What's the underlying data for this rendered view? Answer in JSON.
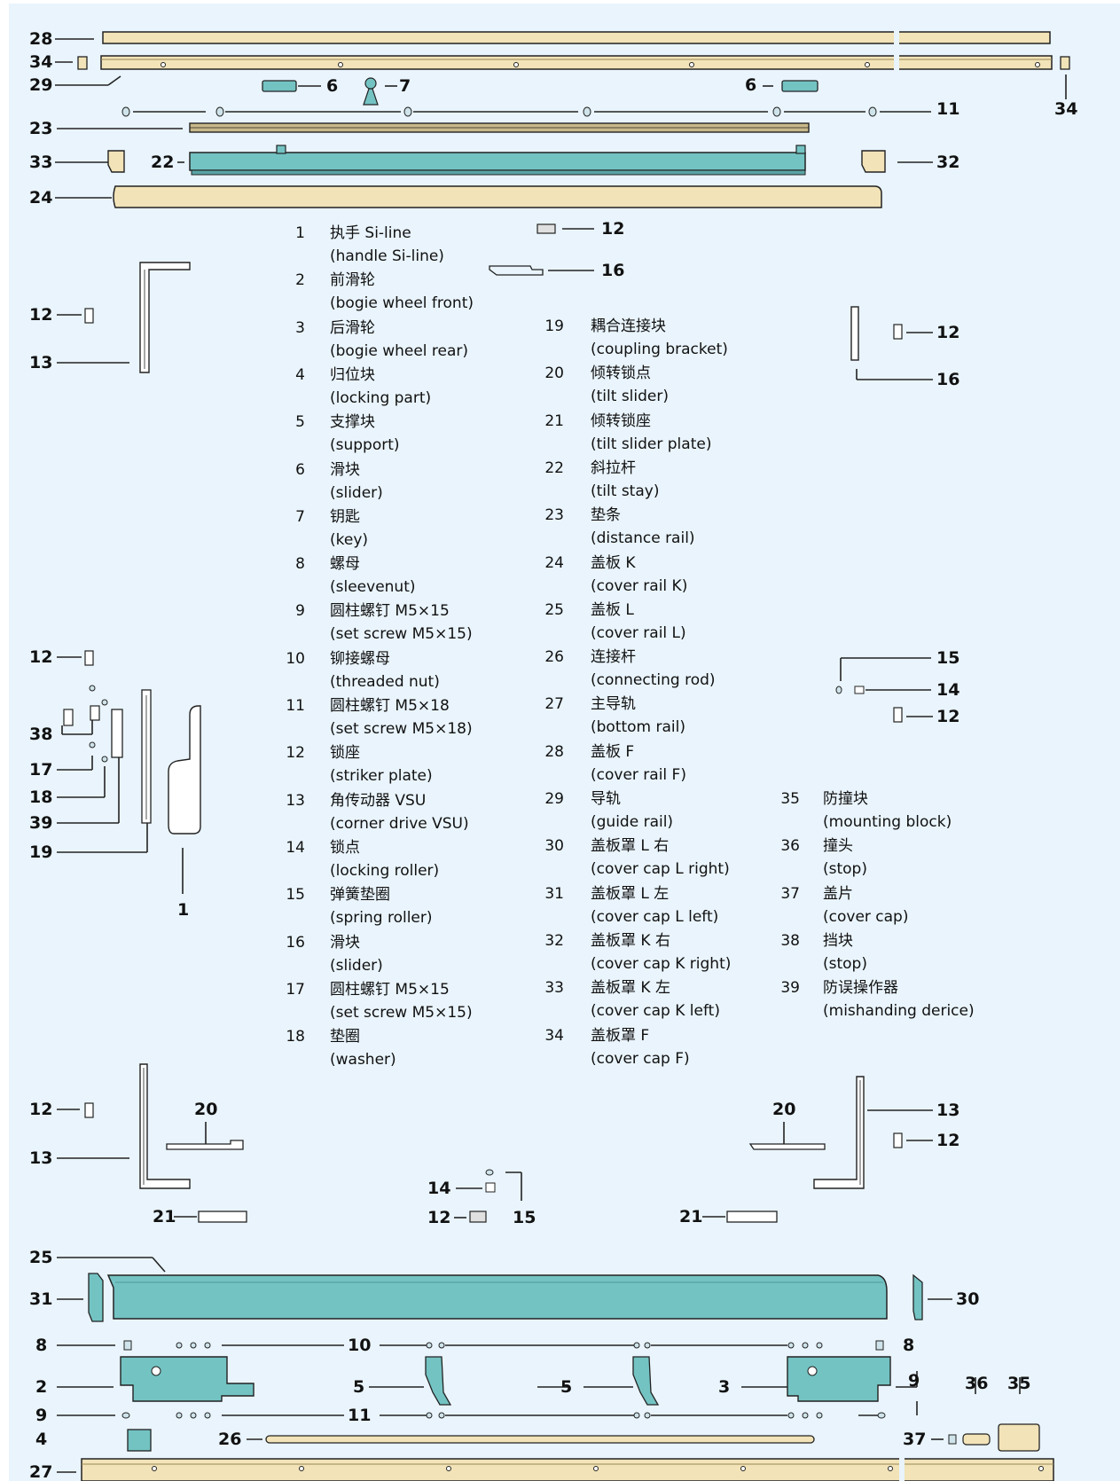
{
  "colors": {
    "background": "#e9f4fc",
    "rail_tan": "#f2e3b8",
    "teal": "#74c3c3",
    "outline": "#222222"
  },
  "callouts": {
    "c28": "28",
    "c34a": "34",
    "c29": "29",
    "c6a": "6",
    "c7": "7",
    "c6b": "6",
    "c34b": "34",
    "c11top": "11",
    "c23": "23",
    "c33": "33",
    "c22": "22",
    "c32": "32",
    "c24": "24",
    "c12top": "12",
    "c16top": "16",
    "c12l1": "12",
    "c13l1": "13",
    "c12r1": "12",
    "c16r1": "16",
    "c15r": "15",
    "c14r": "14",
    "c12r2": "12",
    "c12l2": "12",
    "c38": "38",
    "c17": "17",
    "c18": "18",
    "c39": "39",
    "c19": "19",
    "c1": "1",
    "c12l3": "12",
    "c20l": "20",
    "c13l2": "13",
    "c21l": "21",
    "c14m": "14",
    "c12m": "12",
    "c15m": "15",
    "c20r": "20",
    "c13r": "13",
    "c12r3": "12",
    "c21r": "21",
    "c25": "25",
    "c31": "31",
    "c30": "30",
    "c8l": "8",
    "c10": "10",
    "c8r": "8",
    "c2": "2",
    "c5a": "5",
    "c5b": "5",
    "c3": "3",
    "c9r": "9",
    "c9l": "9",
    "c11b": "11",
    "c36": "36",
    "c35": "35",
    "c4": "4",
    "c26": "26",
    "c37": "37",
    "c27": "27"
  },
  "parts_col1": [
    {
      "num": "1",
      "zh": "执手  Si-line",
      "en": "(handle Si-line)"
    },
    {
      "num": "2",
      "zh": "前滑轮",
      "en": "(bogie wheel front)"
    },
    {
      "num": "3",
      "zh": "后滑轮",
      "en": "(bogie wheel rear)"
    },
    {
      "num": "4",
      "zh": "归位块",
      "en": "(locking part)"
    },
    {
      "num": "5",
      "zh": "支撑块",
      "en": "(support)"
    },
    {
      "num": "6",
      "zh": "滑块",
      "en": "(slider)"
    },
    {
      "num": "7",
      "zh": "钥匙",
      "en": "(key)"
    },
    {
      "num": "8",
      "zh": "螺母",
      "en": "(sleevenut)"
    },
    {
      "num": "9",
      "zh": "圆柱螺钉  M5×15",
      "en": "(set screw M5×15)"
    },
    {
      "num": "10",
      "zh": "铆接螺母",
      "en": "(threaded nut)"
    },
    {
      "num": "11",
      "zh": "圆柱螺钉    M5×18",
      "en": "(set screw M5×18)"
    },
    {
      "num": "12",
      "zh": "锁座",
      "en": "(striker plate)"
    },
    {
      "num": "13",
      "zh": "角传动器  VSU",
      "en": "(corner drive VSU)"
    },
    {
      "num": "14",
      "zh": "锁点",
      "en": "(locking roller)"
    },
    {
      "num": "15",
      "zh": "弹簧垫圈",
      "en": "(spring roller)"
    },
    {
      "num": "16",
      "zh": "滑块",
      "en": "(slider)"
    },
    {
      "num": "17",
      "zh": "圆柱螺钉  M5×15",
      "en": "(set screw M5×15)"
    },
    {
      "num": "18",
      "zh": "垫圈",
      "en": "(washer)"
    }
  ],
  "parts_col2": [
    {
      "num": "19",
      "zh": "耦合连接块",
      "en": "(coupling bracket)"
    },
    {
      "num": "20",
      "zh": "倾转锁点",
      "en": "(tilt slider)"
    },
    {
      "num": "21",
      "zh": "倾转锁座",
      "en": "(tilt slider plate)"
    },
    {
      "num": "22",
      "zh": "斜拉杆",
      "en": "(tilt stay)"
    },
    {
      "num": "23",
      "zh": "垫条",
      "en": "(distance rail)"
    },
    {
      "num": "24",
      "zh": "盖板  K",
      "en": "(cover rail K)"
    },
    {
      "num": "25",
      "zh": "盖板  L",
      "en": "(cover rail L)"
    },
    {
      "num": "26",
      "zh": "连接杆",
      "en": "(connecting rod)"
    },
    {
      "num": "27",
      "zh": "主导轨",
      "en": "(bottom rail)"
    },
    {
      "num": "28",
      "zh": "盖板  F",
      "en": "(cover rail F)"
    },
    {
      "num": "29",
      "zh": "导轨",
      "en": "(guide rail)"
    },
    {
      "num": "30",
      "zh": "盖板罩  L 右",
      "en": "(cover cap L right)"
    },
    {
      "num": "31",
      "zh": "盖板罩  L 左",
      "en": "(cover cap L left)"
    },
    {
      "num": "32",
      "zh": "盖板罩  K 右",
      "en": "(cover cap K right)"
    },
    {
      "num": "33",
      "zh": "盖板罩  K 左",
      "en": "(cover cap K left)"
    },
    {
      "num": "34",
      "zh": "盖板罩  F",
      "en": "(cover cap F)"
    }
  ],
  "parts_col3": [
    {
      "num": "35",
      "zh": "防撞块",
      "en": "(mounting block)"
    },
    {
      "num": "36",
      "zh": "撞头",
      "en": "(stop)"
    },
    {
      "num": "37",
      "zh": "盖片",
      "en": "(cover cap)"
    },
    {
      "num": "38",
      "zh": "挡块",
      "en": "(stop)"
    },
    {
      "num": "39",
      "zh": "防误操作器",
      "en": "(mishanding derice)"
    }
  ]
}
